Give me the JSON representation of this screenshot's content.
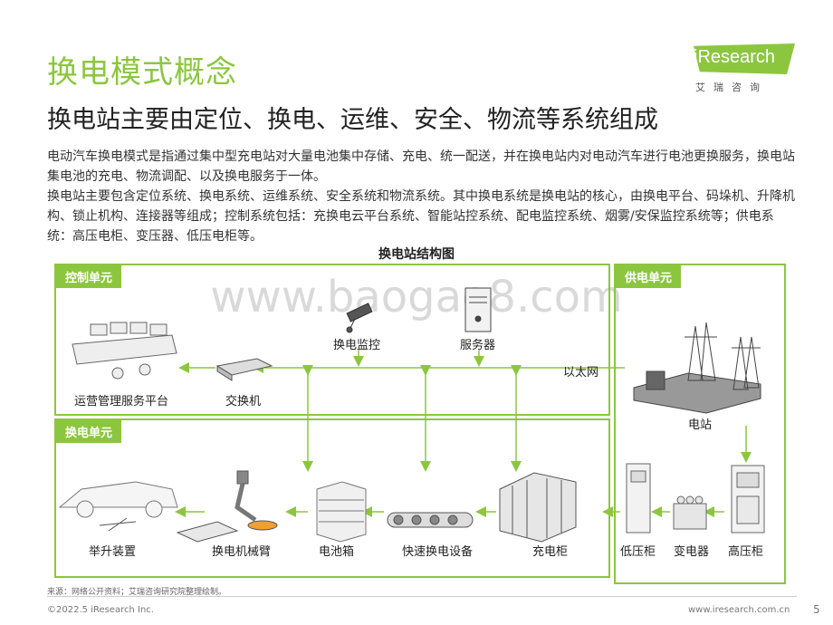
{
  "header": {
    "title": "换电模式概念",
    "subtitle": "换电站主要由定位、换电、运维、安全、物流等系统组成"
  },
  "logo": {
    "name": "iResearch",
    "sub": "艾瑞咨询"
  },
  "paragraphs": [
    "电动汽车换电模式是指通过集中型充电站对大量电池集中存储、充电、统一配送，并在换电站内对电动汽车进行电池更换服务，换电站集电池的充电、物流调配、以及换电服务于一体。",
    "换电站主要包含定位系统、换电系统、运维系统、安全系统和物流系统。其中换电系统是换电站的核心，由换电平台、码垛机、升降机构、锁止机构、连接器等组成；控制系统包括：充换电云平台系统、智能站控系统、配电监控系统、烟雾/安保监控系统等；供电系统：高压电柜、变压器、低压电柜等。"
  ],
  "diagram": {
    "title": "换电站结构图",
    "control_unit": {
      "label": "控制单元",
      "nodes": {
        "platform": "运营管理服务平台",
        "switch": "交换机",
        "monitor": "换电监控",
        "server": "服务器",
        "network": "以太网"
      }
    },
    "swap_unit": {
      "label": "换电单元",
      "nodes": {
        "lift": "举升装置",
        "arm": "换电机械臂",
        "battery_box": "电池箱",
        "quick_swap": "快速换电设备",
        "charger": "充电柜"
      }
    },
    "power_unit": {
      "label": "供电单元",
      "nodes": {
        "station": "电站",
        "low_voltage": "低压柜",
        "transformer": "变电器",
        "high_voltage": "高压柜"
      }
    }
  },
  "watermark": "www.baogao8.com",
  "source": "来源：网络公开资料；艾瑞咨询研究院整理绘制。",
  "footer": {
    "copyright": "©2022.5 iResearch Inc.",
    "url": "www.iresearch.com.cn",
    "page": "5"
  },
  "colors": {
    "accent": "#8cc63f",
    "text": "#333333"
  }
}
